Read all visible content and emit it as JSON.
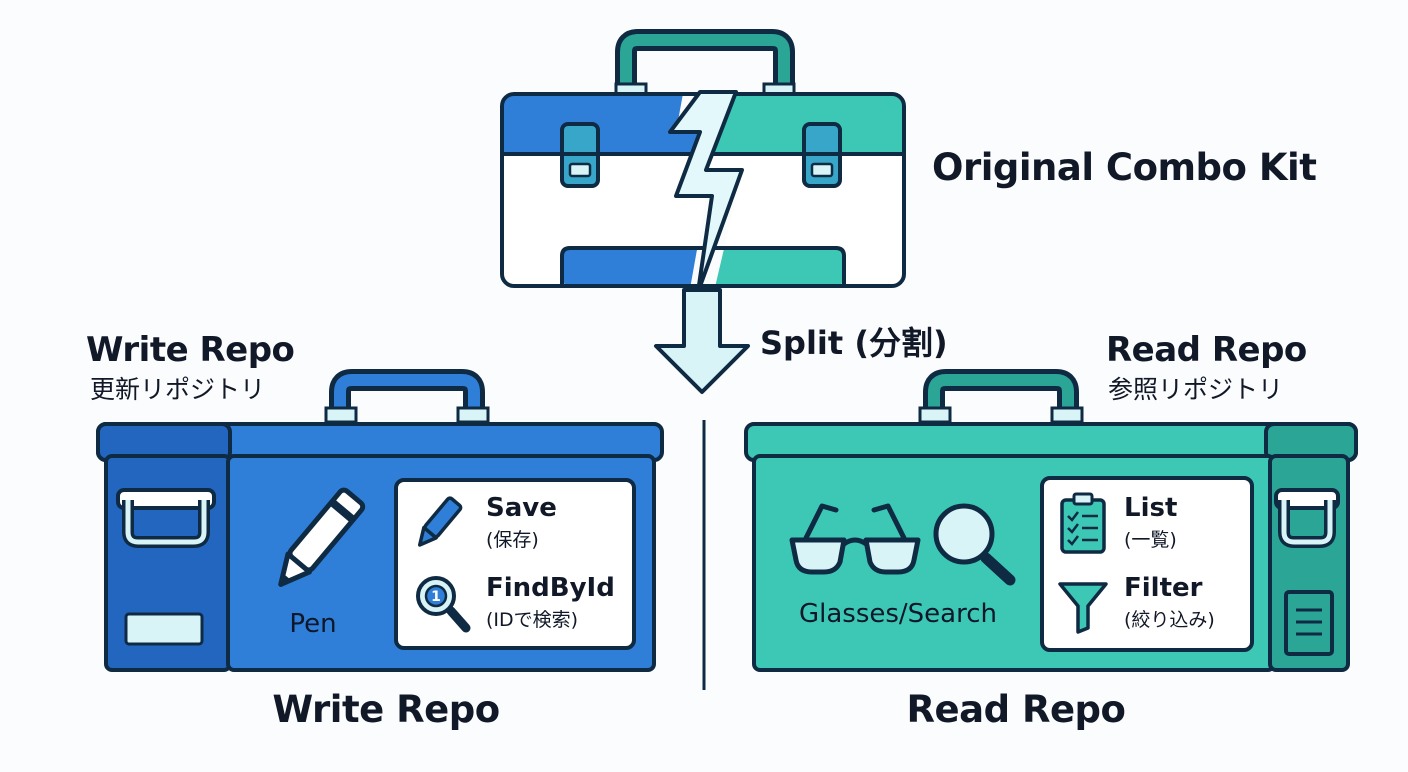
{
  "original": {
    "title": "Original Combo Kit"
  },
  "split": {
    "label": "Split (分割)"
  },
  "write": {
    "tag_title": "Write Repo",
    "tag_subtitle": "更新リポジトリ",
    "tool_label": "Pen",
    "items": [
      {
        "label": "Save",
        "sub": "(保存)",
        "icon": "pen-icon"
      },
      {
        "label": "FindById",
        "sub": "(IDで検索)",
        "icon": "magnifier-one-icon"
      }
    ],
    "bottom_title": "Write Repo"
  },
  "read": {
    "tag_title": "Read Repo",
    "tag_subtitle": "参照リポジトリ",
    "tool_label": "Glasses/Search",
    "items": [
      {
        "label": "List",
        "sub": "(一覧)",
        "icon": "clipboard-list-icon"
      },
      {
        "label": "Filter",
        "sub": "(絞り込み)",
        "icon": "funnel-icon"
      }
    ],
    "bottom_title": "Read Repo"
  },
  "colors": {
    "blue": "#2f7fd8",
    "blue_dark": "#2366c0",
    "teal": "#3cc8b4",
    "teal_dark": "#2aa596",
    "outline": "#0f2a43",
    "light_cyan": "#d8f4f7"
  }
}
